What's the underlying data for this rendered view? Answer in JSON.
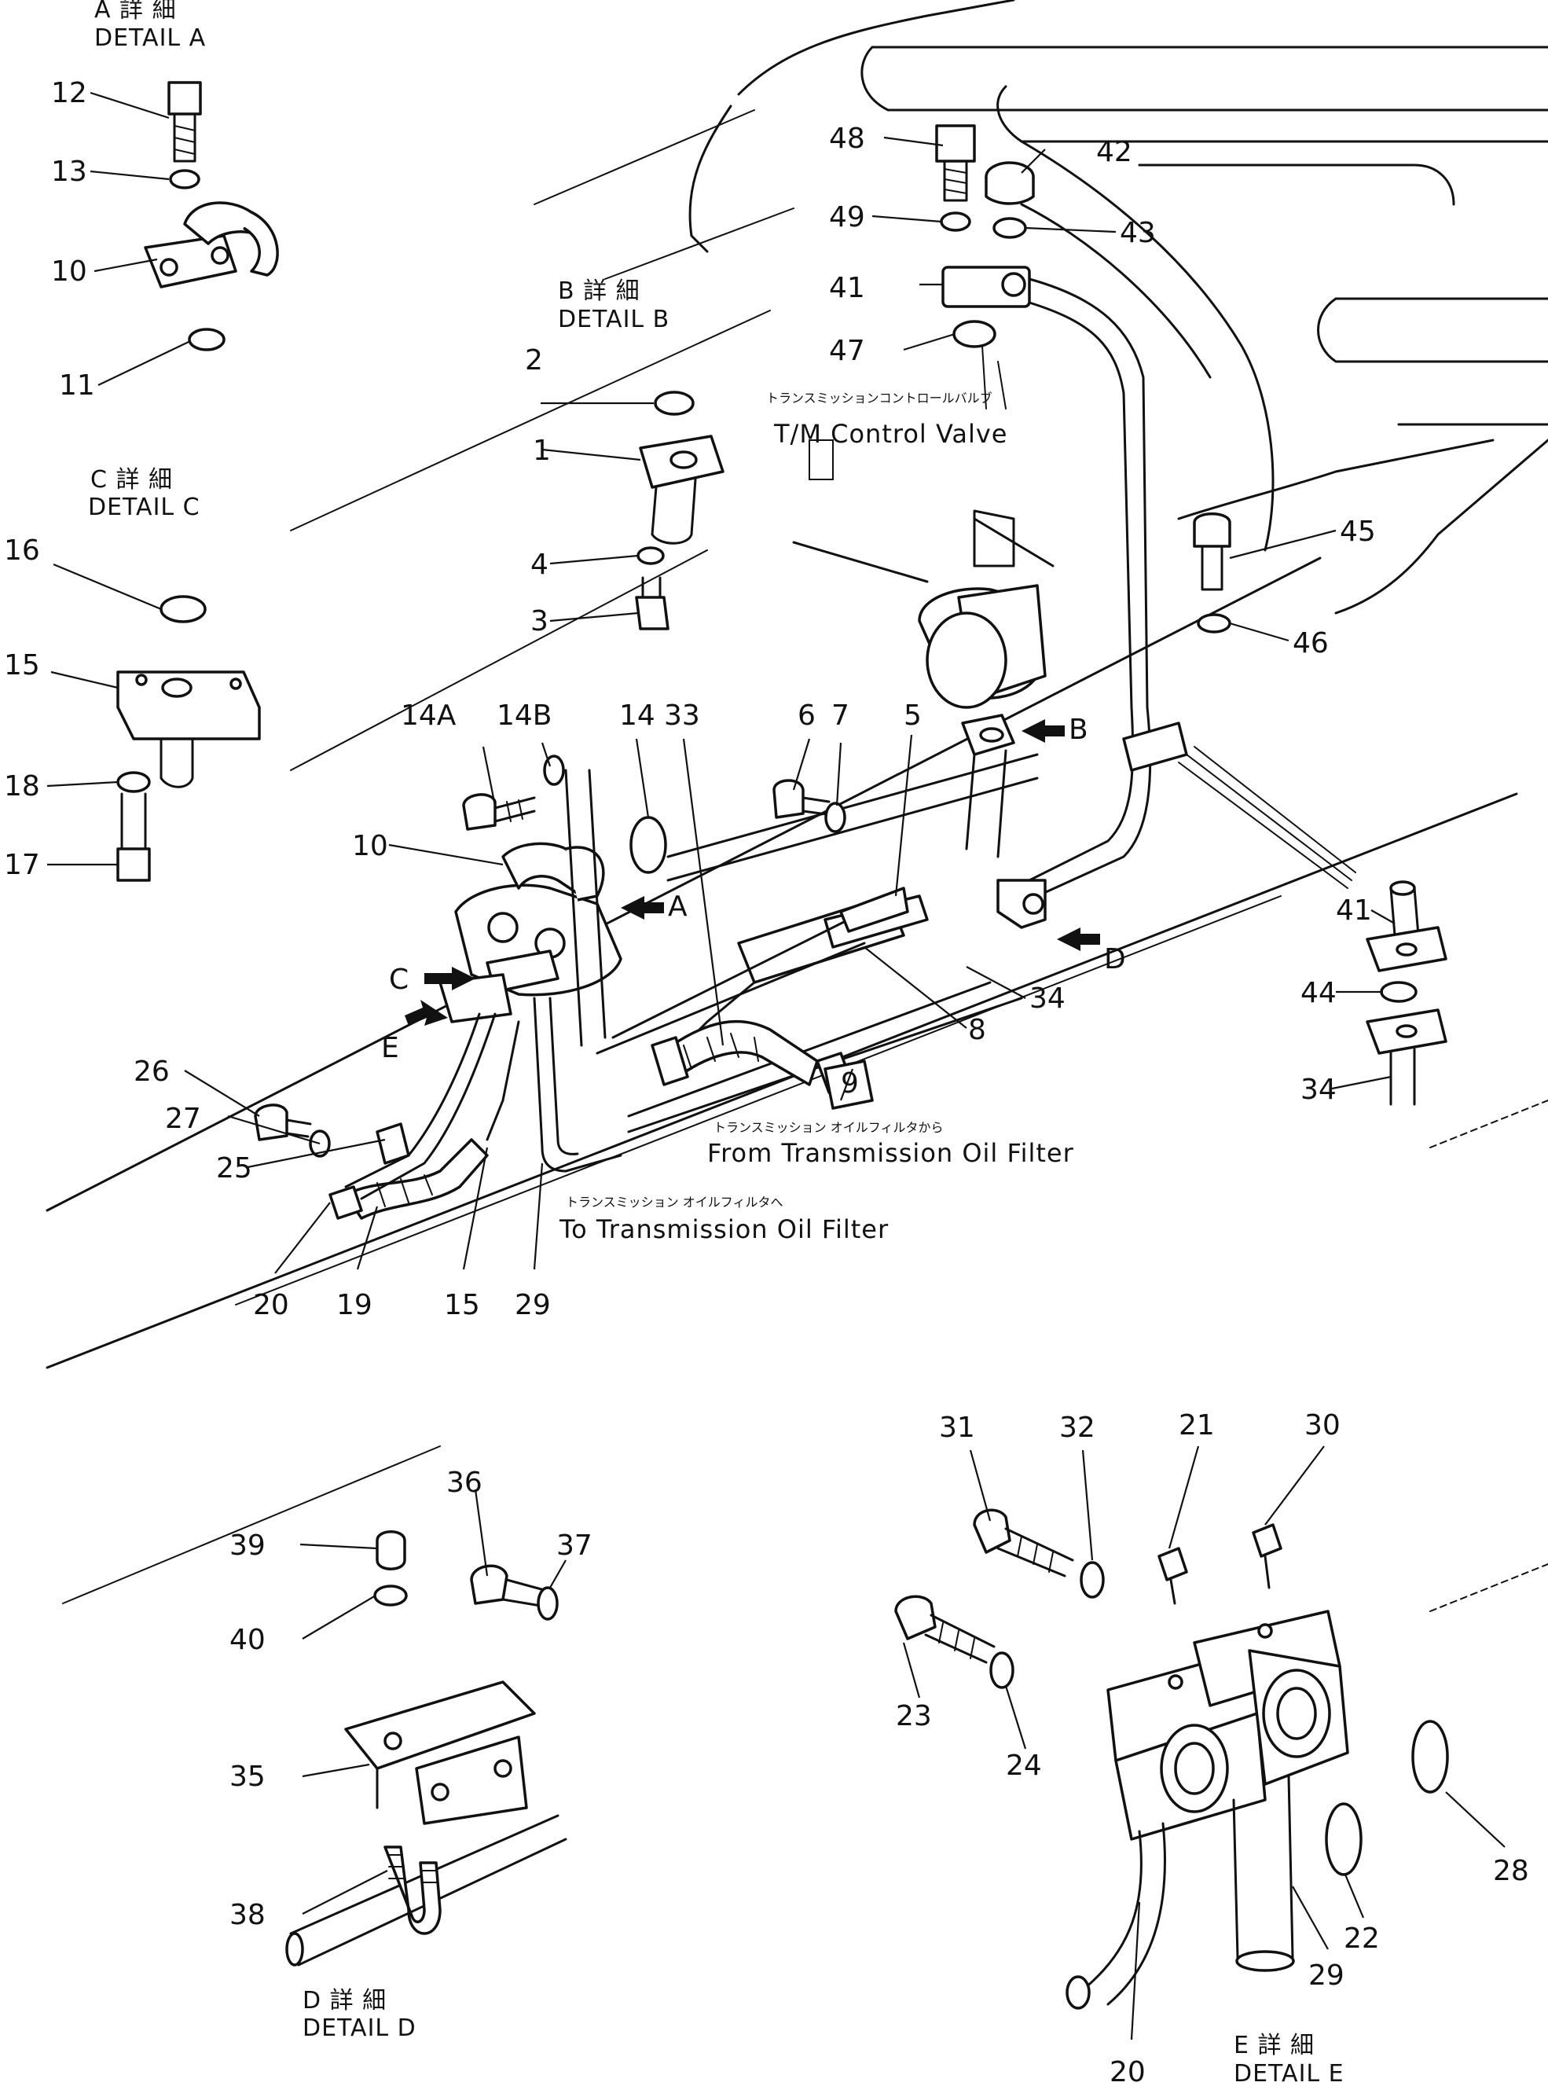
{
  "detail_titles": {
    "a_jp": "A 詳 細",
    "a": "DETAIL A",
    "b_jp": "B 詳 細",
    "b": "DETAIL B",
    "c_jp": "C 詳 細",
    "c": "DETAIL C",
    "d_jp": "D 詳 細",
    "d": "DETAIL D",
    "e_jp": "E 詳 細",
    "e": "DETAIL E"
  },
  "captions": {
    "tm_control_jp": "トランスミッションコントロールバルブ",
    "tm_control": "T/M Control Valve",
    "from_filter_jp": "トランスミッション オイルフィルタから",
    "from_filter": "From Transmission Oil Filter",
    "to_filter_jp": "トランスミッション オイルフィルタへ",
    "to_filter": "To Transmission Oil Filter"
  },
  "arrow_letters": {
    "a": "A",
    "b": "B",
    "c": "C",
    "d": "D",
    "e": "E"
  },
  "part_numbers": {
    "p12": "12",
    "p13": "13",
    "p10a": "10",
    "p11": "11",
    "p2": "2",
    "p1": "1",
    "p4": "4",
    "p3": "3",
    "p16": "16",
    "p15a": "15",
    "p18": "18",
    "p17": "17",
    "p48": "48",
    "p42": "42",
    "p49": "49",
    "p43": "43",
    "p41a": "41",
    "p47": "47",
    "p45": "45",
    "p46": "46",
    "p14a": "14A",
    "p14b": "14B",
    "p14": "14",
    "p33": "33",
    "p6": "6",
    "p7": "7",
    "p5": "5",
    "p10b": "10",
    "p8": "8",
    "p9": "9",
    "p34a": "34",
    "p41b": "41",
    "p44": "44",
    "p34b": "34",
    "p26": "26",
    "p27": "27",
    "p25": "25",
    "p20a": "20",
    "p19": "19",
    "p15b": "15",
    "p29a": "29",
    "p36": "36",
    "p37": "37",
    "p39": "39",
    "p40": "40",
    "p35": "35",
    "p38": "38",
    "p31": "31",
    "p32": "32",
    "p21": "21",
    "p30": "30",
    "p23": "23",
    "p24": "24",
    "p22": "22",
    "p28": "28",
    "p29b": "29",
    "p20b": "20"
  }
}
